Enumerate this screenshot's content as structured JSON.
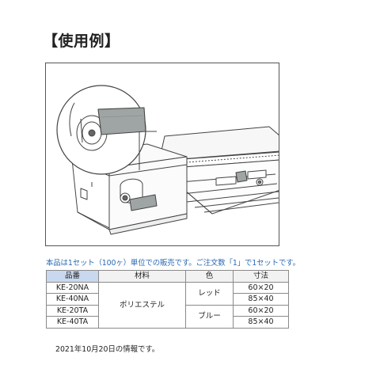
{
  "heading": "【使用例】",
  "note": "本品は1セット（100ヶ）単位での販売です。ご注文数「1」で1セットです。",
  "table": {
    "headers": [
      "品番",
      "材料",
      "色",
      "寸法"
    ],
    "codes": [
      "KE-20NA",
      "KE-40NA",
      "KE-20TA",
      "KE-40TA"
    ],
    "material": "ポリエステル",
    "colors": [
      "レッド",
      "ブルー"
    ],
    "sizes": [
      "60×20",
      "85×40",
      "60×20",
      "85×40"
    ]
  },
  "footer": "2021年10月20日の情報です。",
  "colors": {
    "note_text": "#2a68b4",
    "header_code_bg": "#c9d8ee",
    "label_tape": "#9ea5a4"
  }
}
